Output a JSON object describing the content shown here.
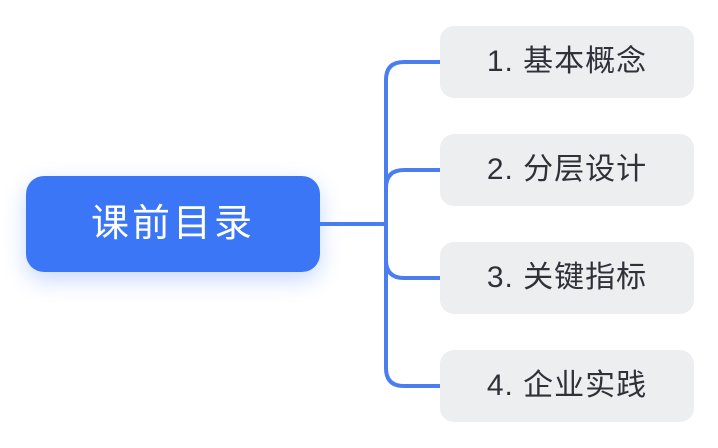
{
  "diagram": {
    "type": "mindmap",
    "title": "课前目录",
    "orientation": "left-to-right",
    "colors": {
      "root_fill": "#3b76f6",
      "root_text": "#ffffff",
      "child_fill": "#edeef0",
      "child_text": "#2e3138",
      "connector": "#4a7ef0",
      "background": "#ffffff"
    },
    "root": {
      "label": "课前目录"
    },
    "children": [
      {
        "index": "1",
        "label": "1. 基本概念"
      },
      {
        "index": "2",
        "label": "2. 分层设计"
      },
      {
        "index": "3",
        "label": "3. 关键指标"
      },
      {
        "index": "4",
        "label": "4. 企业实践"
      }
    ]
  }
}
